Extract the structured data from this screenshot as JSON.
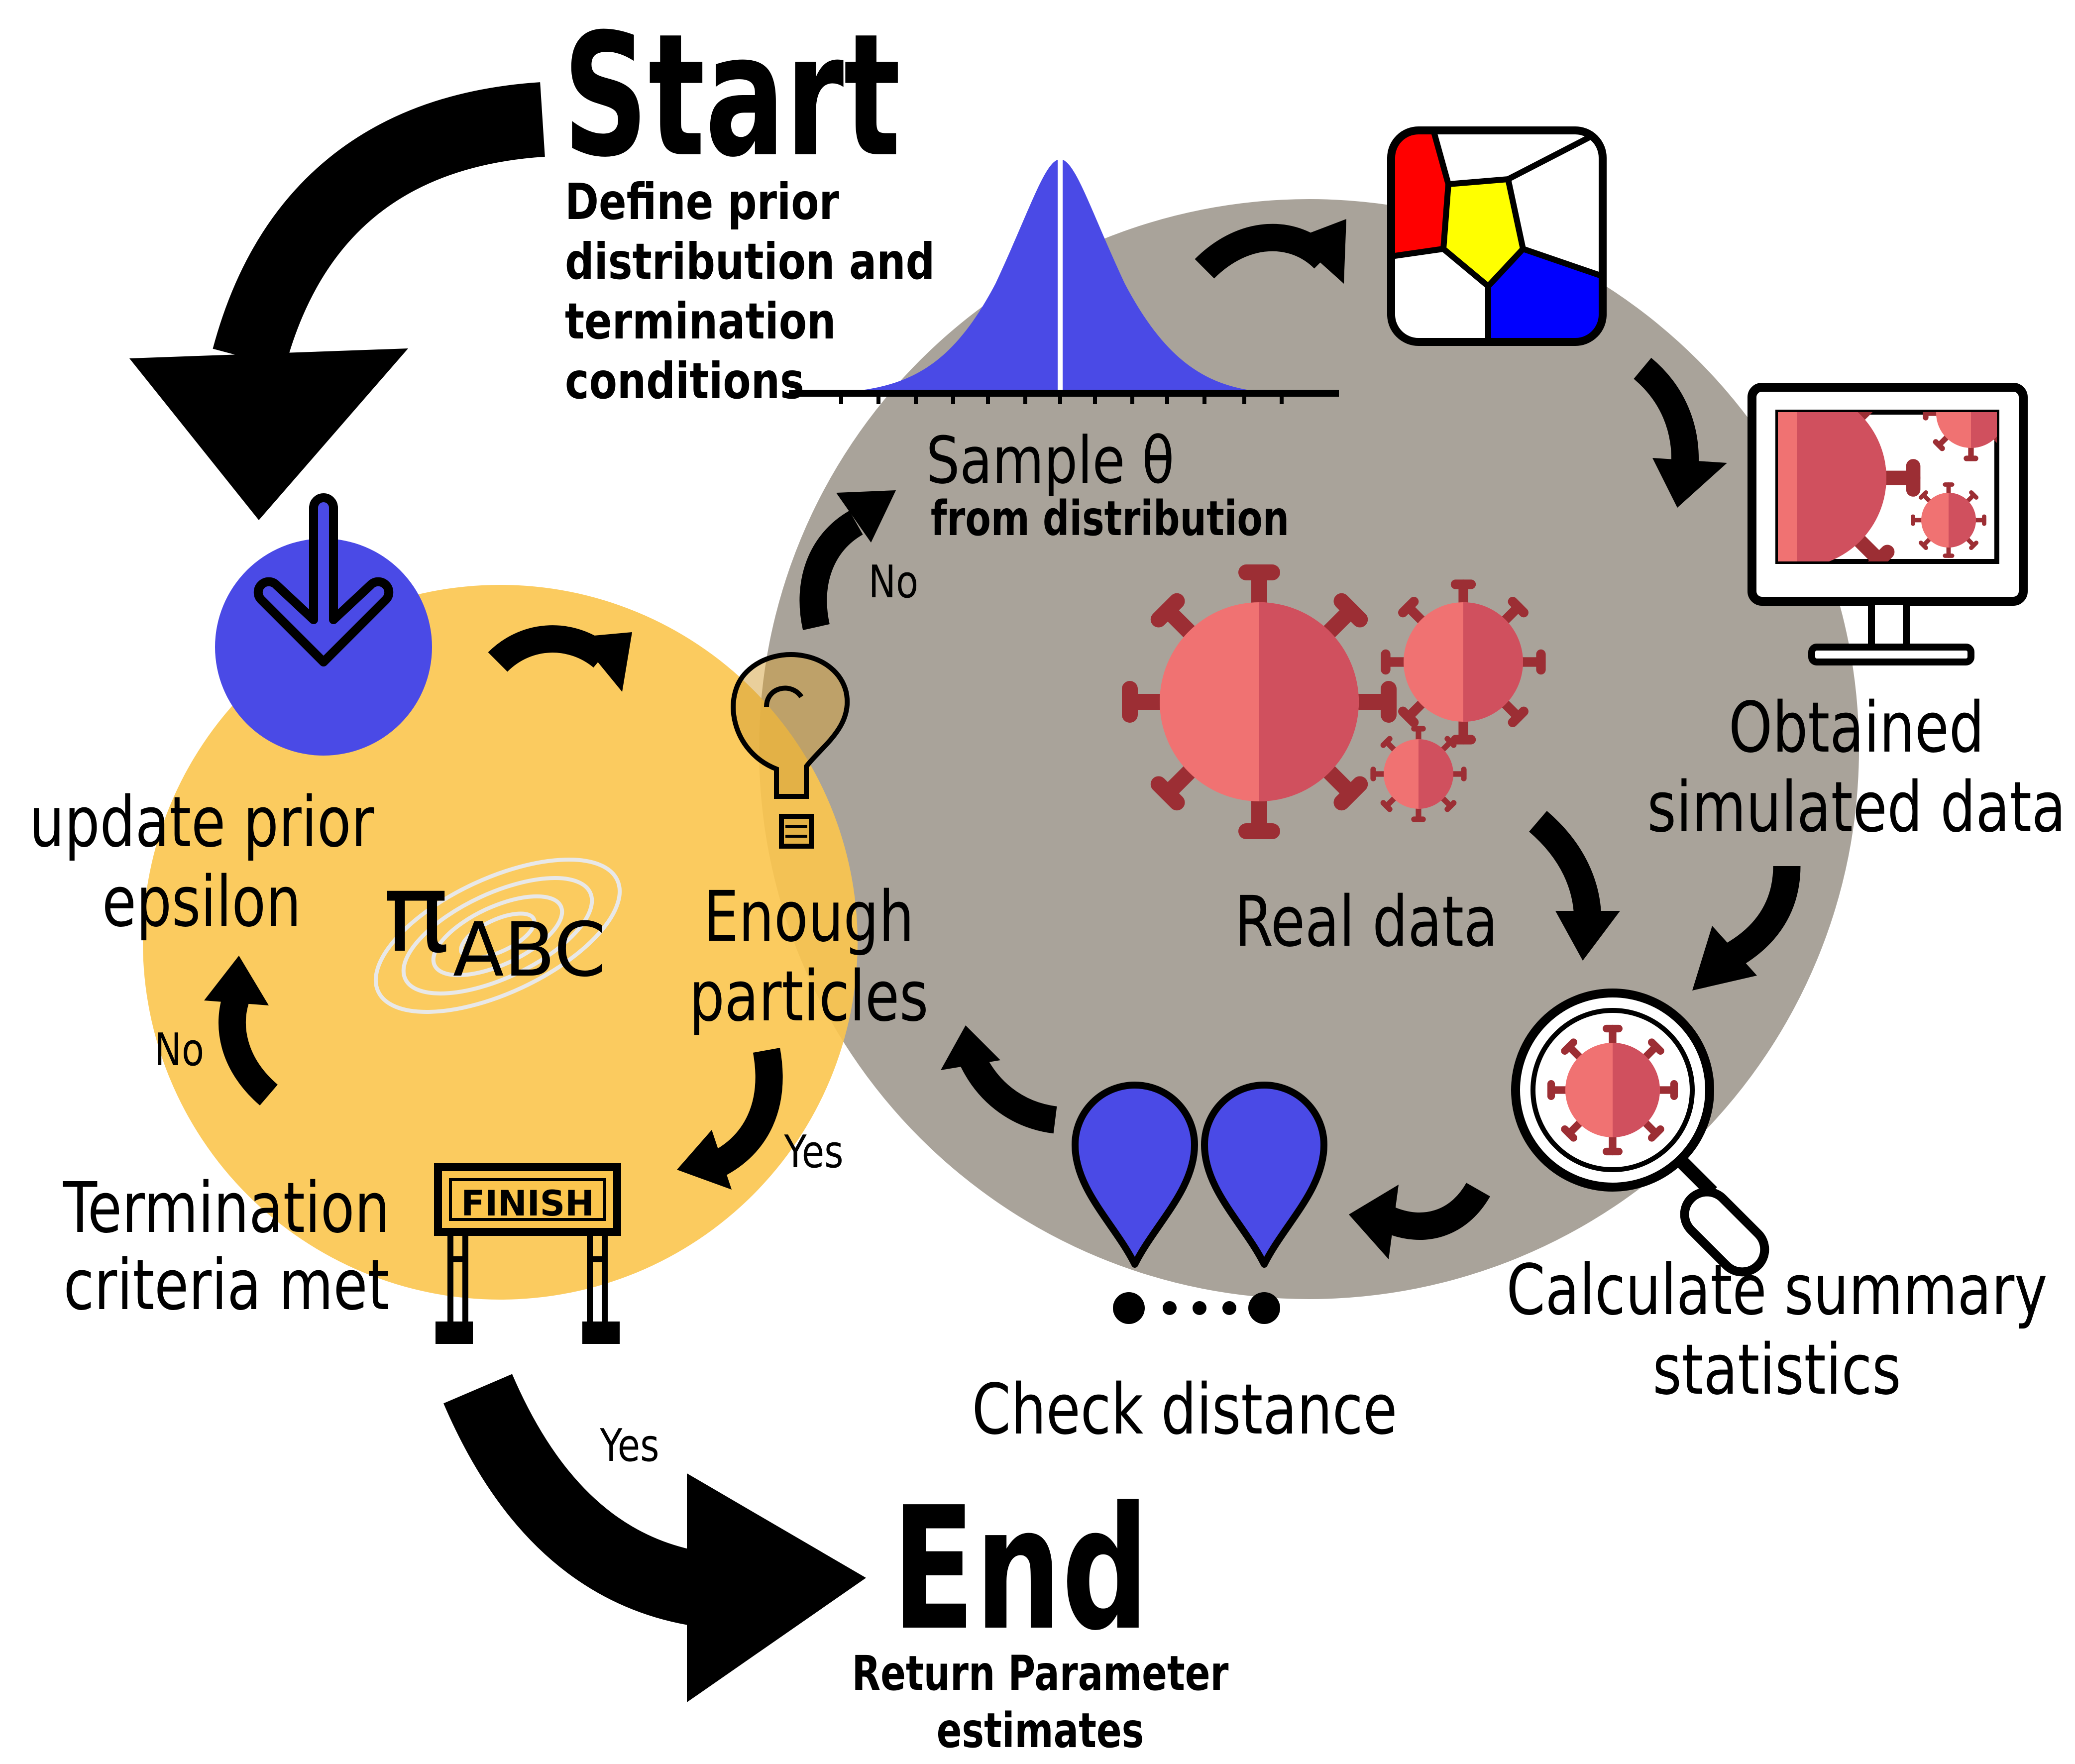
{
  "start": {
    "title": "Start",
    "subtitle": [
      "Define prior",
      "distribution and",
      "termination",
      "conditions"
    ]
  },
  "sample": {
    "title": "Sample θ",
    "subtitle": "from distribution"
  },
  "simulated": {
    "label": [
      "Obtained",
      "simulated data"
    ]
  },
  "real": {
    "label": "Real data"
  },
  "summary": {
    "label": [
      "Calculate summary",
      "statistics"
    ]
  },
  "distance": {
    "label": "Check distance"
  },
  "enough": {
    "label": [
      "Enough",
      "particles"
    ],
    "no": "No",
    "yes": "Yes"
  },
  "finish": {
    "sign": "FINISH"
  },
  "termination": {
    "label": [
      "Termination",
      "criteria met"
    ],
    "yes": "Yes"
  },
  "update": {
    "label": [
      "update prior",
      "epsilon"
    ],
    "no": "No"
  },
  "posterior": {
    "symbol": "π",
    "subscript": "ABC"
  },
  "end": {
    "title": "End",
    "subtitle": [
      "Return Parameter",
      "estimates"
    ]
  },
  "colors": {
    "grey_circle": "#a9a39a",
    "yellow_circle": "#fbc54e",
    "blue": "#4a4ae6",
    "virus_light": "#f07272",
    "virus_dark": "#d0505e",
    "virus_spike": "#9c2e34"
  },
  "icons": [
    "down-arrow-icon",
    "question-mark-icon",
    "finish-sign-icon",
    "voronoi-tile-icon",
    "monitor-icon",
    "virus-icon",
    "magnifier-icon",
    "location-pin-icon",
    "bell-curve-icon"
  ]
}
